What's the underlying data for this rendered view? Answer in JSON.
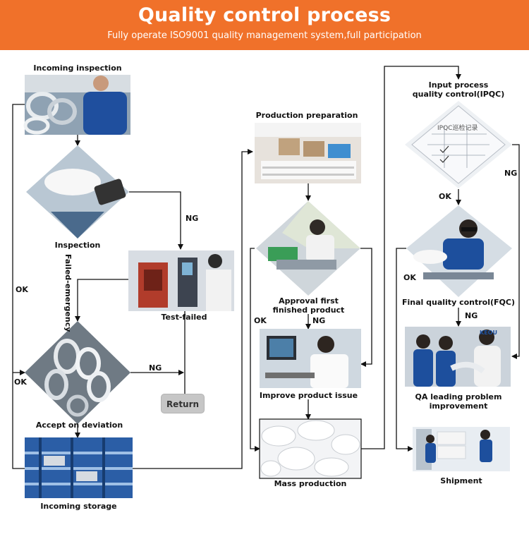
{
  "header": {
    "title": "Quality control process",
    "subtitle": "Fully operate ISO9001 quality management system,full participation"
  },
  "steps": {
    "incoming_inspection": "Incoming inspection",
    "inspection": "Inspection",
    "test_failed": "Test-failed",
    "return": "Return",
    "accept_on_deviation": "Accept on deviation",
    "incoming_storage": "Incoming  storage",
    "production_preparation": "Production preparation",
    "approval_line1": "Approval first",
    "approval_line2": "finished product",
    "improve_product_issue": "Improve product issue",
    "mass_production": "Mass production",
    "ipqc_line1": "Input process",
    "ipqc_line2": "quality control(IPQC)",
    "fqc": "Final quality control(FQC)",
    "qa_line1": "QA leading problem",
    "qa_line2": "improvement",
    "shipment": "Shipment"
  },
  "flags": {
    "ng": "NG",
    "ok": "OK",
    "failed_emergency": "Failed-emergency"
  },
  "photo_texts": {
    "ipqc_sheet_header": "IPQC巡检记录",
    "brand_mark": "KEOU"
  },
  "colors": {
    "banner": "#f0712a",
    "line": "#111111",
    "button": "#c6c6c6"
  }
}
